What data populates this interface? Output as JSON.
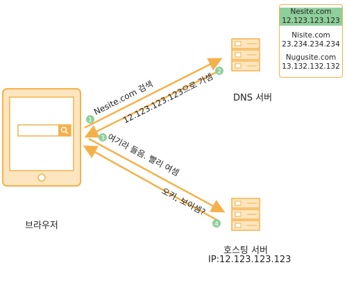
{
  "browser": {
    "label": "브라우저"
  },
  "dns_server": {
    "label": "DNS 서버"
  },
  "hosting_server": {
    "label": "호스팅 서버",
    "ip": "IP:12.123.123.123"
  },
  "dns_records": [
    {
      "name": "Nesite.com",
      "ip": "12.123.123.123",
      "highlight": true
    },
    {
      "name": "Nisite.com",
      "ip": "23.234.234.234",
      "highlight": false
    },
    {
      "name": "Nugusite.com",
      "ip": "13.132.132.132",
      "highlight": false
    }
  ],
  "steps": [
    {
      "number": "1",
      "text": "Nesite.com 검색"
    },
    {
      "number": "2",
      "text": "12.123.123.123으로 가셈"
    },
    {
      "number": "3",
      "text": "여기라 들음. 빨리 여셈"
    },
    {
      "number": "4",
      "text": "오키, 보이셈?"
    }
  ],
  "colors": {
    "accent": "#f5b04a",
    "fill": "#fde6bf",
    "step_badge": "#8fcf9b",
    "highlight": "#8fcf9b"
  },
  "icons": {
    "search": "search-icon",
    "server": "server-icon",
    "browser": "tablet-icon"
  }
}
